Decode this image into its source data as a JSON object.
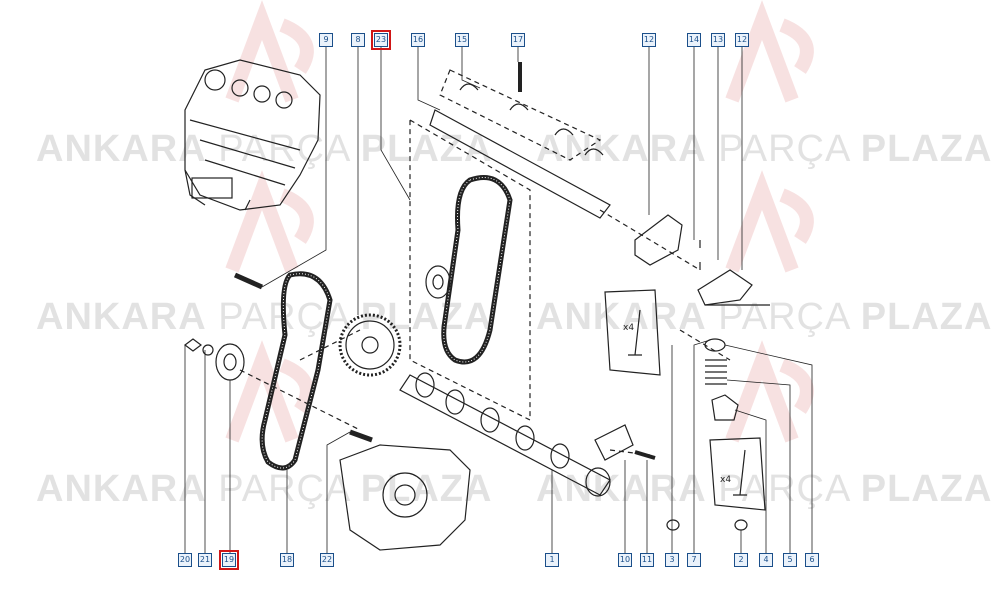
{
  "watermark": {
    "brand_1": "ANKARA",
    "brand_2": "PARÇA",
    "brand_3": "PLAZA"
  },
  "callouts_top": [
    {
      "id": "c9",
      "label": "9"
    },
    {
      "id": "c8",
      "label": "8"
    },
    {
      "id": "c23",
      "label": "23",
      "highlight": true
    },
    {
      "id": "c16",
      "label": "16"
    },
    {
      "id": "c15",
      "label": "15"
    },
    {
      "id": "c17",
      "label": "17"
    },
    {
      "id": "c12a",
      "label": "12"
    },
    {
      "id": "c14",
      "label": "14"
    },
    {
      "id": "c13",
      "label": "13"
    },
    {
      "id": "c12b",
      "label": "12"
    }
  ],
  "callouts_bottom": [
    {
      "id": "c20",
      "label": "20"
    },
    {
      "id": "c21",
      "label": "21"
    },
    {
      "id": "c19",
      "label": "19",
      "highlight": true
    },
    {
      "id": "c18",
      "label": "18"
    },
    {
      "id": "c22",
      "label": "22"
    },
    {
      "id": "c1",
      "label": "1"
    },
    {
      "id": "c10",
      "label": "10"
    },
    {
      "id": "c11",
      "label": "11"
    },
    {
      "id": "c3",
      "label": "3"
    },
    {
      "id": "c7",
      "label": "7"
    },
    {
      "id": "c2",
      "label": "2"
    },
    {
      "id": "c4",
      "label": "4"
    },
    {
      "id": "c5",
      "label": "5"
    },
    {
      "id": "c6",
      "label": "6"
    }
  ],
  "annotations": {
    "valve_qty_upper": "x4",
    "valve_qty_lower": "x4"
  },
  "colors": {
    "callout_border": "#1b4f8a",
    "highlight": "#d01616",
    "line_art": "#222222",
    "watermark": "#d9d9d9"
  }
}
